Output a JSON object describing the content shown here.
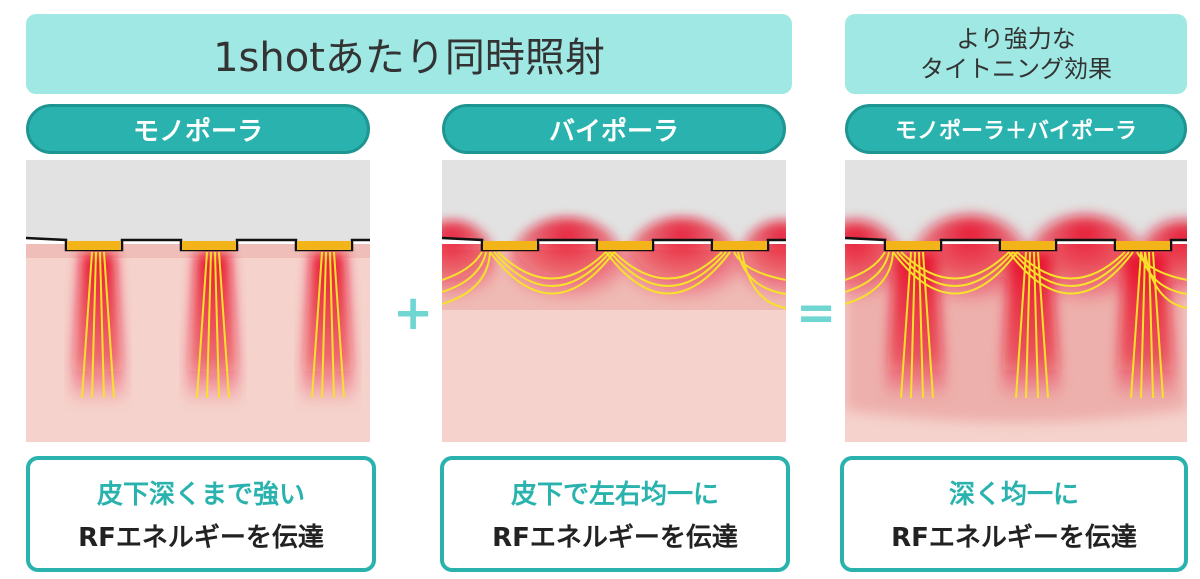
{
  "header": {
    "main_title": "1shotあたり同時照射",
    "side_title_line1": "より強力な",
    "side_title_line2": "タイトニング効果"
  },
  "panels": [
    {
      "label": "モノポーラ",
      "caption_top": "皮下深くまで強い",
      "caption_bottom": "RFエネルギーを伝達"
    },
    {
      "label": "バイポーラ",
      "caption_top": "皮下で左右均一に",
      "caption_bottom": "RFエネルギーを伝達"
    },
    {
      "label": "モノポーラ＋バイポーラ",
      "caption_top": "深く均一に",
      "caption_bottom": "RFエネルギーを伝達"
    }
  ],
  "operators": {
    "plus": "+",
    "equals": "="
  },
  "colors": {
    "banner": "#9fe8e4",
    "pill": "#2ab3ae",
    "skin": "#f5d2cc",
    "device": "#e2e2e2",
    "electrode": "#f2b418",
    "rf_red": "#e8102a",
    "rf_line": "#f7e12a"
  }
}
